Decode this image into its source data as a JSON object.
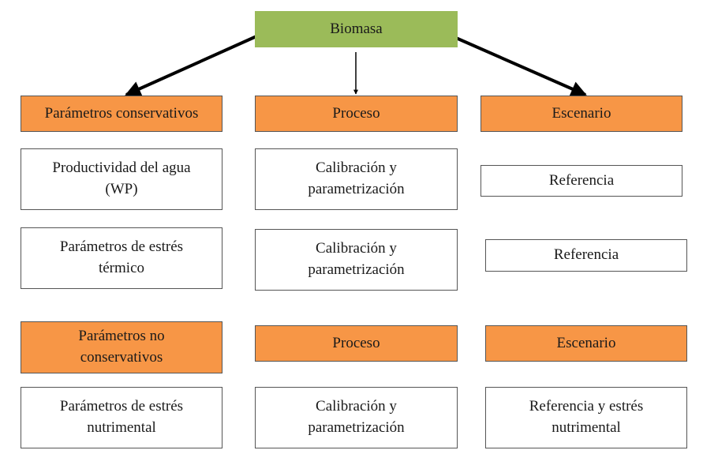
{
  "colors": {
    "header": "#f79646",
    "root": "#9bbb59",
    "arrow": "#000000"
  },
  "root": {
    "label": "Biomasa"
  },
  "columns": [
    {
      "header": "Parámetros conservativos",
      "items": [
        "Productividad del agua\n(WP)",
        "Parámetros de estrés\ntérmico"
      ]
    },
    {
      "header": "Proceso",
      "items": [
        "Calibración y\nparametrización",
        "Calibración y\nparametrización"
      ]
    },
    {
      "header": "Escenario",
      "items": [
        "Referencia",
        "Referencia"
      ]
    }
  ],
  "lower_columns": [
    {
      "header": "Parámetros no\nconservativos",
      "item": "Parámetros de estrés\nnutrimental"
    },
    {
      "header": "Proceso",
      "item": "Calibración y\nparametrización"
    },
    {
      "header": "Escenario",
      "item": "Referencia y estrés\nnutrimental"
    }
  ]
}
